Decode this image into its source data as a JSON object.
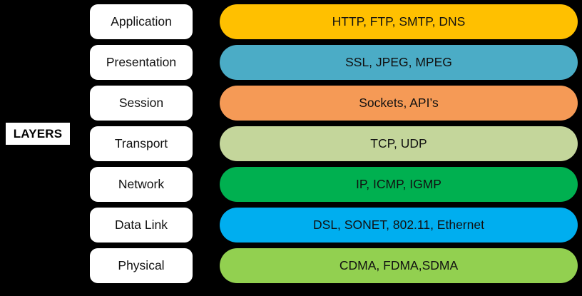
{
  "diagram": {
    "title_label": "LAYERS",
    "background_color": "#000000",
    "pill_color": "#FFFFFF",
    "text_color": "#111111",
    "rows": [
      {
        "layer": "Application",
        "protocols": "HTTP, FTP, SMTP, DNS",
        "color": "#FFC000"
      },
      {
        "layer": "Presentation",
        "protocols": "SSL, JPEG, MPEG",
        "color": "#4BACC6"
      },
      {
        "layer": "Session",
        "protocols": "Sockets, API’s",
        "color": "#F59A56"
      },
      {
        "layer": "Transport",
        "protocols": "TCP, UDP",
        "color": "#C4D69B"
      },
      {
        "layer": "Network",
        "protocols": "IP, ICMP, IGMP",
        "color": "#00B050"
      },
      {
        "layer": "Data Link",
        "protocols": "DSL, SONET, 802.11, Ethernet",
        "color": "#00AEEF"
      },
      {
        "layer": "Physical",
        "protocols": "CDMA, FDMA,SDMA",
        "color": "#92D050"
      }
    ]
  }
}
